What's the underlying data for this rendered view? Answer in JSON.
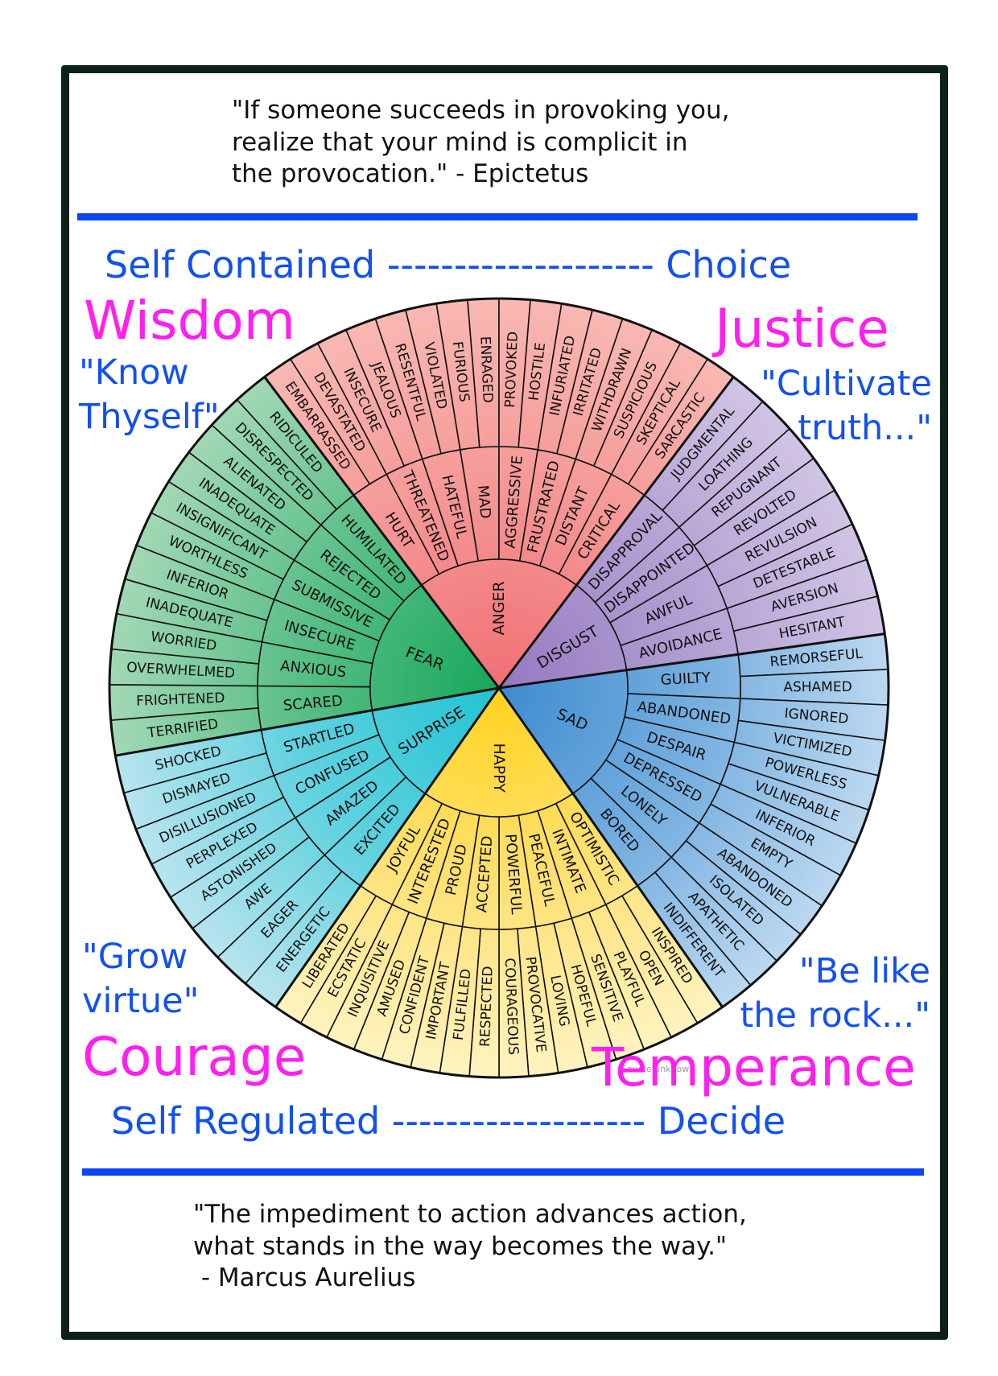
{
  "quote_top": {
    "lines": [
      "\"If someone succeeds in provoking you,",
      "realize that your mind is complicit in",
      "the provocation.\" - Epictetus"
    ]
  },
  "axis_top": {
    "left": "Self Contained",
    "dashes": "--------------------",
    "right": "Choice"
  },
  "axis_bottom": {
    "left": "Self Regulated",
    "dashes": "-------------------",
    "right": "Decide"
  },
  "virtues": {
    "wisdom": {
      "name": "Wisdom",
      "motto_lines": [
        "\"Know",
        "Thyself\""
      ]
    },
    "justice": {
      "name": "Justice",
      "motto_lines": [
        "\"Cultivate",
        "truth...\""
      ]
    },
    "courage": {
      "name": "Courage",
      "motto_lines": [
        "\"Grow",
        "virtue\""
      ]
    },
    "temperance": {
      "name": "Temperance",
      "motto_lines": [
        "\"Be like",
        "the rock...\""
      ]
    }
  },
  "quote_bottom": {
    "lines": [
      "\"The impediment to action advances action,",
      "what stands in the way becomes the way.\"",
      " - Marcus Aurelius"
    ]
  },
  "credit": "Source unknown",
  "colors": {
    "frame": "#0c2219",
    "rule": "#0a46f5",
    "axis_text": "#1250f0",
    "virtue_text": "#ff1ff0"
  },
  "wheel": {
    "cores": [
      {
        "name": "ANGER",
        "start_deg": -37,
        "end_deg": 37,
        "color": "#f07074",
        "mid": "#f59a98",
        "outer": "#f9b8b2",
        "middle": [
          {
            "name": "HURT",
            "outer": [
              "EMBARRASSED",
              "DEVASTATED"
            ]
          },
          {
            "name": "THREATENED",
            "outer": [
              "INSECURE",
              "JEALOUS"
            ]
          },
          {
            "name": "HATEFUL",
            "outer": [
              "RESENTFUL",
              "VIOLATED"
            ]
          },
          {
            "name": "MAD",
            "outer": [
              "FURIOUS",
              "ENRAGED"
            ]
          },
          {
            "name": "AGGRESSIVE",
            "outer": [
              "PROVOKED",
              "HOSTILE"
            ]
          },
          {
            "name": "FRUSTRATED",
            "outer": [
              "INFURIATED",
              "IRRITATED"
            ]
          },
          {
            "name": "DISTANT",
            "outer": [
              "WITHDRAWN",
              "SUSPICIOUS"
            ]
          },
          {
            "name": "CRITICAL",
            "outer": [
              "SKEPTICAL",
              "SARCASTIC"
            ]
          }
        ]
      },
      {
        "name": "DISGUST",
        "start_deg": 37,
        "end_deg": 82,
        "color": "#9579c0",
        "mid": "#b4a2d4",
        "outer": "#d0c4e4",
        "middle": [
          {
            "name": "DISAPPROVAL",
            "outer": [
              "JUDGMENTAL",
              "LOATHING"
            ]
          },
          {
            "name": "DISAPPOINTED",
            "outer": [
              "REPUGNANT",
              "REVOLTED"
            ]
          },
          {
            "name": "AWFUL",
            "outer": [
              "REVULSION",
              "DETESTABLE"
            ]
          },
          {
            "name": "AVOIDANCE",
            "outer": [
              "AVERSION",
              "HESITANT"
            ]
          }
        ]
      },
      {
        "name": "SAD",
        "start_deg": 82,
        "end_deg": 145,
        "color": "#3e8bd0",
        "mid": "#7ab1e0",
        "outer": "#bcd8f0",
        "middle": [
          {
            "name": "GUILTY",
            "outer": [
              "REMORSEFUL",
              "ASHAMED"
            ]
          },
          {
            "name": "ABANDONED",
            "outer": [
              "IGNORED",
              "VICTIMIZED"
            ]
          },
          {
            "name": "DESPAIR",
            "outer": [
              "POWERLESS",
              "VULNERABLE"
            ]
          },
          {
            "name": "DEPRESSED",
            "outer": [
              "INFERIOR",
              "EMPTY"
            ]
          },
          {
            "name": "LONELY",
            "outer": [
              "ABANDONED",
              "ISOLATED"
            ]
          },
          {
            "name": "BORED",
            "outer": [
              "APATHETIC",
              "INDIFFERENT"
            ]
          }
        ]
      },
      {
        "name": "HAPPY",
        "start_deg": 145,
        "end_deg": 215,
        "color": "#ffd31d",
        "mid": "#ffe27a",
        "outer": "#fff3c0",
        "middle": [
          {
            "name": "OPTIMISTIC",
            "outer": [
              "INSPIRED",
              "OPEN"
            ]
          },
          {
            "name": "INTIMATE",
            "outer": [
              "PLAYFUL",
              "SENSITIVE"
            ]
          },
          {
            "name": "PEACEFUL",
            "outer": [
              "HOPEFUL",
              "LOVING"
            ]
          },
          {
            "name": "POWERFUL",
            "outer": [
              "PROVOCATIVE",
              "COURAGEOUS"
            ]
          },
          {
            "name": "ACCEPTED",
            "outer": [
              "RESPECTED",
              "FULFILLED"
            ]
          },
          {
            "name": "PROUD",
            "outer": [
              "IMPORTANT",
              "CONFIDENT"
            ]
          },
          {
            "name": "INTERESTED",
            "outer": [
              "AMUSED",
              "INQUISITIVE"
            ]
          },
          {
            "name": "JOYFUL",
            "outer": [
              "ECSTATIC",
              "LIBERATED"
            ]
          }
        ]
      },
      {
        "name": "SURPRISE",
        "start_deg": 215,
        "end_deg": 260,
        "color": "#22c3d4",
        "mid": "#62d2df",
        "outer": "#b8e4ee",
        "middle": [
          {
            "name": "EXCITED",
            "outer": [
              "ENERGETIC",
              "EAGER"
            ]
          },
          {
            "name": "AMAZED",
            "outer": [
              "AWE",
              "ASTONISHED"
            ]
          },
          {
            "name": "CONFUSED",
            "outer": [
              "PERPLEXED",
              "DISILLUSIONED"
            ]
          },
          {
            "name": "STARTLED",
            "outer": [
              "DISMAYED",
              "SHOCKED"
            ]
          }
        ]
      },
      {
        "name": "FEAR",
        "start_deg": 260,
        "end_deg": 323,
        "color": "#17a85a",
        "mid": "#5ec08a",
        "outer": "#a2d8b4",
        "middle": [
          {
            "name": "SCARED",
            "outer": [
              "TERRIFIED",
              "FRIGHTENED"
            ]
          },
          {
            "name": "ANXIOUS",
            "outer": [
              "OVERWHELMED",
              "WORRIED"
            ]
          },
          {
            "name": "INSECURE",
            "outer": [
              "INADEQUATE",
              "INFERIOR"
            ]
          },
          {
            "name": "SUBMISSIVE",
            "outer": [
              "WORTHLESS",
              "INSIGNIFICANT"
            ]
          },
          {
            "name": "REJECTED",
            "outer": [
              "INADEQUATE",
              "ALIENATED"
            ]
          },
          {
            "name": "HUMILIATED",
            "outer": [
              "DISRESPECTED",
              "RIDICULED"
            ]
          }
        ]
      }
    ]
  }
}
